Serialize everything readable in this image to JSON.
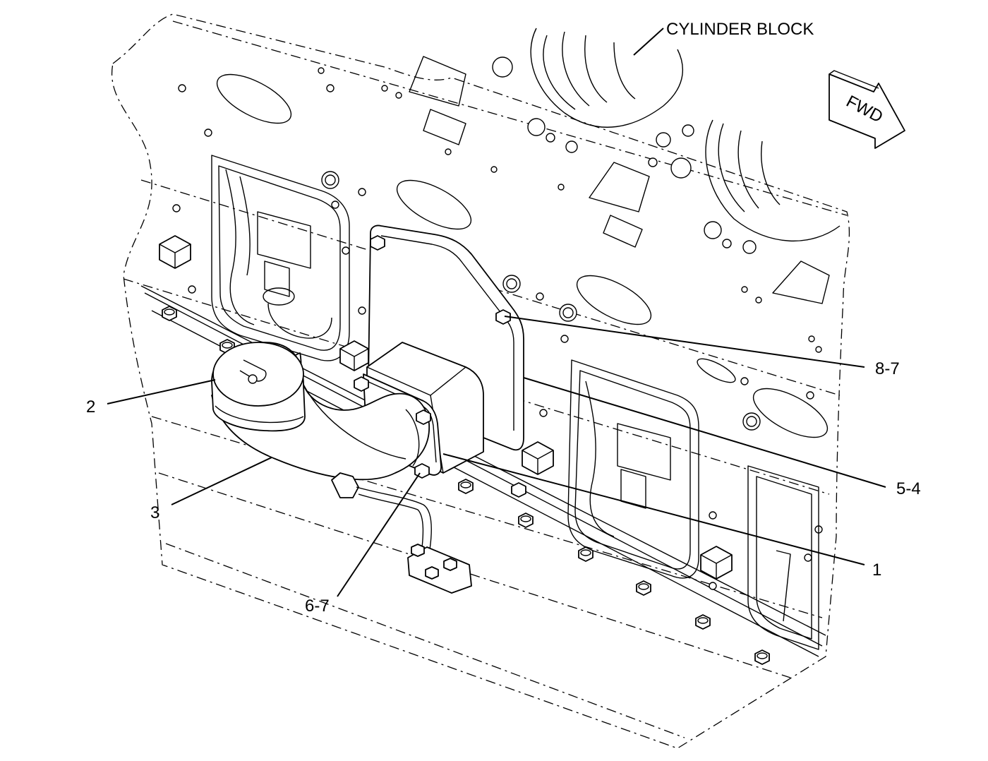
{
  "labels": {
    "cylinder_block": "CYLINDER BLOCK",
    "fwd": "FWD",
    "part_8_7": "8-7",
    "part_2": "2",
    "part_5_4": "5-4",
    "part_3": "3",
    "part_1": "1",
    "part_6_7": "6-7"
  }
}
